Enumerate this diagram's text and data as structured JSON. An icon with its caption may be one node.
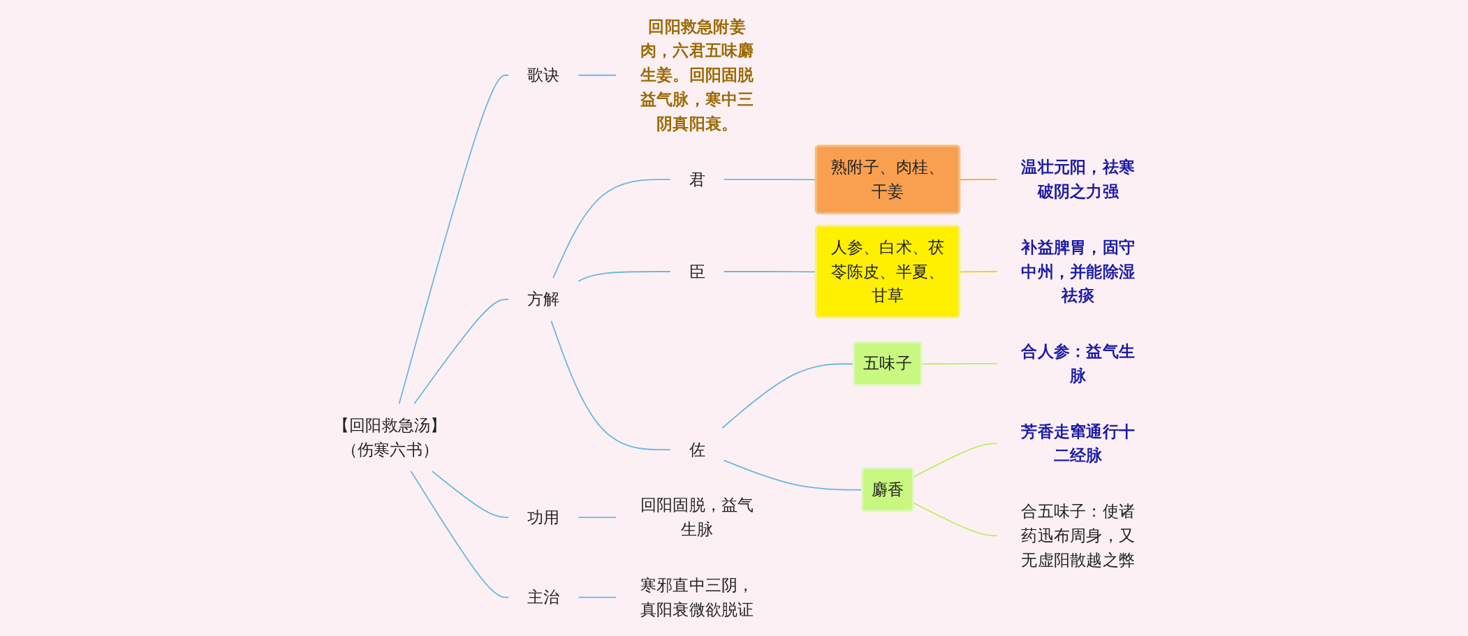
{
  "diagram": {
    "nodes": [
      {
        "text": [
          "【回阳救急汤】（伤寒六书）"
        ]
      },
      {
        "text": [
          "歌诀"
        ]
      },
      {
        "text": [
          "回阳救急附姜肉，六君五味麝生姜。回阳固脱益气脉，寒中三阴真阳衰。"
        ]
      },
      {
        "text": [
          "方解"
        ]
      },
      {
        "text": [
          "君"
        ]
      },
      {
        "text": [
          "熟附子、肉桂、干姜"
        ]
      },
      {
        "text": [
          "温壮元阳，祛寒破阴之力强"
        ]
      },
      {
        "text": [
          "臣"
        ]
      },
      {
        "text": [
          "人参、白术、茯苓陈皮、半夏、甘草"
        ]
      },
      {
        "text": [
          "补益脾胃，固守中州，并能除湿祛痰"
        ]
      },
      {
        "text": [
          "佐"
        ]
      },
      {
        "text": [
          "五味子"
        ]
      },
      {
        "text": [
          "合人参：益气生脉"
        ]
      },
      {
        "text": [
          "麝香"
        ]
      },
      {
        "text": [
          "芳香走窜通行十二经脉"
        ]
      },
      {
        "text": [
          "合五味子：使诸药迅布周身，又无虚阳散越之弊"
        ]
      },
      {
        "text": [
          "功用"
        ]
      },
      {
        "text": [
          "回阳固脱，益气生脉"
        ]
      },
      {
        "text": [
          "主治"
        ]
      },
      {
        "text": [
          "寒邪直中三阴，真阳衰微欲脱证"
        ]
      }
    ],
    "edges": [
      {
        "from": 0,
        "to": 1,
        "arrow": "none"
      },
      {
        "from": 1,
        "to": 2,
        "arrow": "none"
      },
      {
        "from": 0,
        "to": 3,
        "arrow": "none"
      },
      {
        "from": 3,
        "to": 4,
        "arrow": "none"
      },
      {
        "from": 4,
        "to": 5,
        "arrow": "none"
      },
      {
        "from": 5,
        "to": 6,
        "arrow": "none",
        "color": "#f5a040"
      },
      {
        "from": 3,
        "to": 7,
        "arrow": "none"
      },
      {
        "from": 7,
        "to": 8,
        "arrow": "none"
      },
      {
        "from": 8,
        "to": 9,
        "arrow": "none",
        "color": "#e8d800"
      },
      {
        "from": 3,
        "to": 10,
        "arrow": "none"
      },
      {
        "from": 10,
        "to": 11,
        "arrow": "none"
      },
      {
        "from": 11,
        "to": 12,
        "arrow": "none",
        "color": "#b8f060"
      },
      {
        "from": 10,
        "to": 13,
        "arrow": "none"
      },
      {
        "from": 13,
        "to": 14,
        "arrow": "none",
        "color": "#b8f060"
      },
      {
        "from": 13,
        "to": 15,
        "arrow": "none",
        "color": "#b8f060"
      },
      {
        "from": 0,
        "to": 16,
        "arrow": "none"
      },
      {
        "from": 16,
        "to": 17,
        "arrow": "none"
      },
      {
        "from": 0,
        "to": 18,
        "arrow": "none"
      },
      {
        "from": 18,
        "to": 19,
        "arrow": "none"
      }
    ]
  }
}
